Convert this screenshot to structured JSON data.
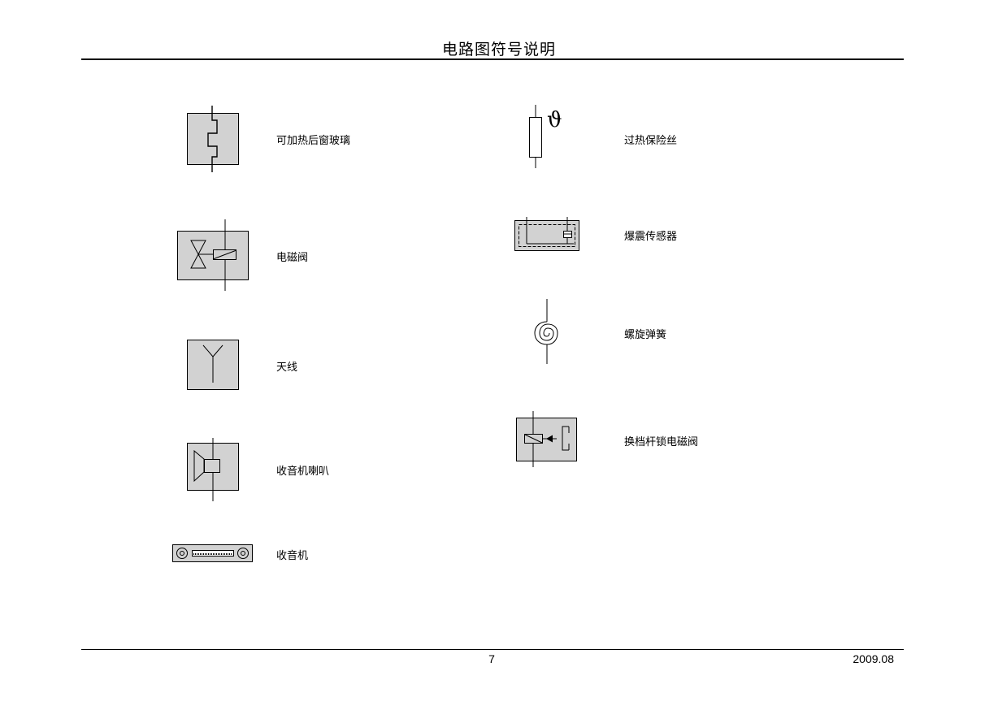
{
  "header": {
    "title": "电路图符号说明"
  },
  "footer": {
    "page_number": "7",
    "date": "2009.08"
  },
  "symbols": {
    "heated_rear_window": {
      "label": "可加热后窗玻璃",
      "icon": "heated-rear-window-symbol"
    },
    "solenoid_valve": {
      "label": "电磁阀",
      "icon": "solenoid-valve-symbol"
    },
    "antenna": {
      "label": "天线",
      "icon": "antenna-symbol"
    },
    "radio_speaker": {
      "label": "收音机喇叭",
      "icon": "speaker-symbol"
    },
    "radio": {
      "label": "收音机",
      "icon": "radio-symbol"
    },
    "thermal_fuse": {
      "label": "过热保险丝",
      "icon": "thermal-fuse-symbol",
      "glyph": "ϑ"
    },
    "knock_sensor": {
      "label": "爆震传感器",
      "icon": "knock-sensor-symbol"
    },
    "spiral_spring": {
      "label": "螺旋弹簧",
      "icon": "spiral-spring-symbol"
    },
    "shift_lock_solenoid": {
      "label": "换档杆锁电磁阀",
      "icon": "shift-lock-solenoid-symbol"
    }
  },
  "colors": {
    "symbol_fill": "#d2d2d2",
    "line": "#000000"
  }
}
